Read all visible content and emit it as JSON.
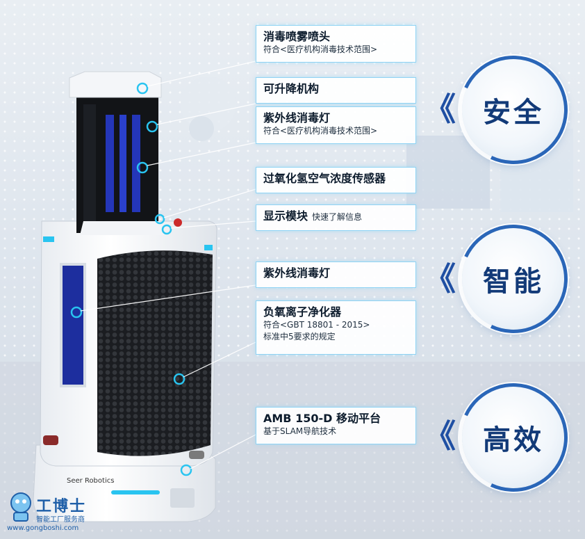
{
  "callouts": [
    {
      "title": "消毒喷雾喷头",
      "sub": "符合<医疗机构消毒技术范围>"
    },
    {
      "title": "可升降机构"
    },
    {
      "title": "紫外线消毒灯",
      "sub": "符合<医疗机构消毒技术范围>"
    },
    {
      "title": "过氧化氢空气浓度传感器"
    },
    {
      "title": "显示模块",
      "inline": "快速了解信息"
    },
    {
      "title": "紫外线消毒灯"
    },
    {
      "title": "负氧离子净化器",
      "sub": "符合<GBT 18801 - 2015>",
      "sub2": "标准中5要求的规定"
    },
    {
      "title": "AMB 150-D 移动平台",
      "sub": "基于SLAM导航技术"
    }
  ],
  "badges": [
    "安全",
    "智能",
    "高效"
  ],
  "chevron": "《",
  "brand": "Seer Robotics",
  "logo": {
    "name": "工博士",
    "tagline": "智能工厂服务商",
    "url": "www.gongboshi.com"
  },
  "colors": {
    "accent": "#2a66b8",
    "glow": "#29c4f0",
    "dark": "#0c1b2c"
  }
}
